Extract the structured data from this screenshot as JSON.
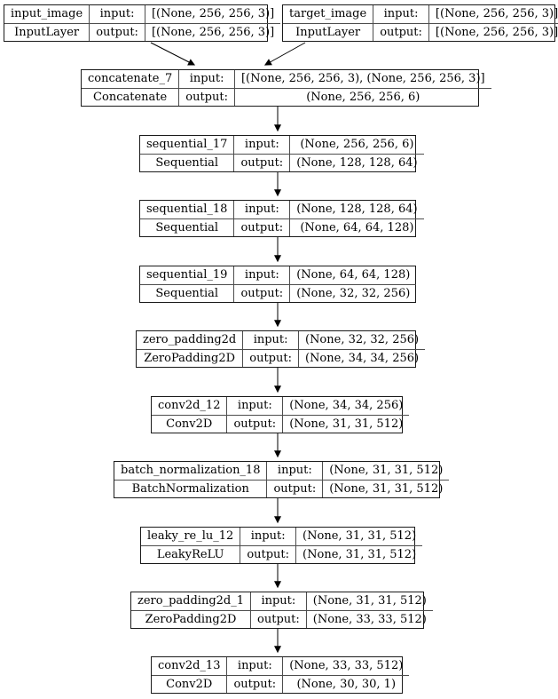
{
  "diagram": {
    "kind": "keras-model-architecture-graph",
    "background_color": "#ffffff",
    "node_border_color": "#1a1a1a",
    "edge_color": "#000000",
    "labels": {
      "input": "input:",
      "output": "output:"
    },
    "nodes": [
      {
        "id": "input_image",
        "name": "input_image",
        "type": "InputLayer",
        "input": "[(None, 256, 256, 3)]",
        "output": "[(None, 256, 256, 3)]"
      },
      {
        "id": "target_image",
        "name": "target_image",
        "type": "InputLayer",
        "input": "[(None, 256, 256, 3)]",
        "output": "[(None, 256, 256, 3)]"
      },
      {
        "id": "concatenate_7",
        "name": "concatenate_7",
        "type": "Concatenate",
        "input": "[(None, 256, 256, 3), (None, 256, 256, 3)]",
        "output": "(None, 256, 256, 6)"
      },
      {
        "id": "sequential_17",
        "name": "sequential_17",
        "type": "Sequential",
        "input": "(None, 256, 256, 6)",
        "output": "(None, 128, 128, 64)"
      },
      {
        "id": "sequential_18",
        "name": "sequential_18",
        "type": "Sequential",
        "input": "(None, 128, 128, 64)",
        "output": "(None, 64, 64, 128)"
      },
      {
        "id": "sequential_19",
        "name": "sequential_19",
        "type": "Sequential",
        "input": "(None, 64, 64, 128)",
        "output": "(None, 32, 32, 256)"
      },
      {
        "id": "zero_padding2d",
        "name": "zero_padding2d",
        "type": "ZeroPadding2D",
        "input": "(None, 32, 32, 256)",
        "output": "(None, 34, 34, 256)"
      },
      {
        "id": "conv2d_12",
        "name": "conv2d_12",
        "type": "Conv2D",
        "input": "(None, 34, 34, 256)",
        "output": "(None, 31, 31, 512)"
      },
      {
        "id": "batch_normalization_18",
        "name": "batch_normalization_18",
        "type": "BatchNormalization",
        "input": "(None, 31, 31, 512)",
        "output": "(None, 31, 31, 512)"
      },
      {
        "id": "leaky_re_lu_12",
        "name": "leaky_re_lu_12",
        "type": "LeakyReLU",
        "input": "(None, 31, 31, 512)",
        "output": "(None, 31, 31, 512)"
      },
      {
        "id": "zero_padding2d_1",
        "name": "zero_padding2d_1",
        "type": "ZeroPadding2D",
        "input": "(None, 31, 31, 512)",
        "output": "(None, 33, 33, 512)"
      },
      {
        "id": "conv2d_13",
        "name": "conv2d_13",
        "type": "Conv2D",
        "input": "(None, 33, 33, 512)",
        "output": "(None, 30, 30, 1)"
      }
    ],
    "edges": [
      {
        "from": "input_image",
        "to": "concatenate_7"
      },
      {
        "from": "target_image",
        "to": "concatenate_7"
      },
      {
        "from": "concatenate_7",
        "to": "sequential_17"
      },
      {
        "from": "sequential_17",
        "to": "sequential_18"
      },
      {
        "from": "sequential_18",
        "to": "sequential_19"
      },
      {
        "from": "sequential_19",
        "to": "zero_padding2d"
      },
      {
        "from": "zero_padding2d",
        "to": "conv2d_12"
      },
      {
        "from": "conv2d_12",
        "to": "batch_normalization_18"
      },
      {
        "from": "batch_normalization_18",
        "to": "leaky_re_lu_12"
      },
      {
        "from": "leaky_re_lu_12",
        "to": "zero_padding2d_1"
      },
      {
        "from": "zero_padding2d_1",
        "to": "conv2d_13"
      }
    ]
  }
}
